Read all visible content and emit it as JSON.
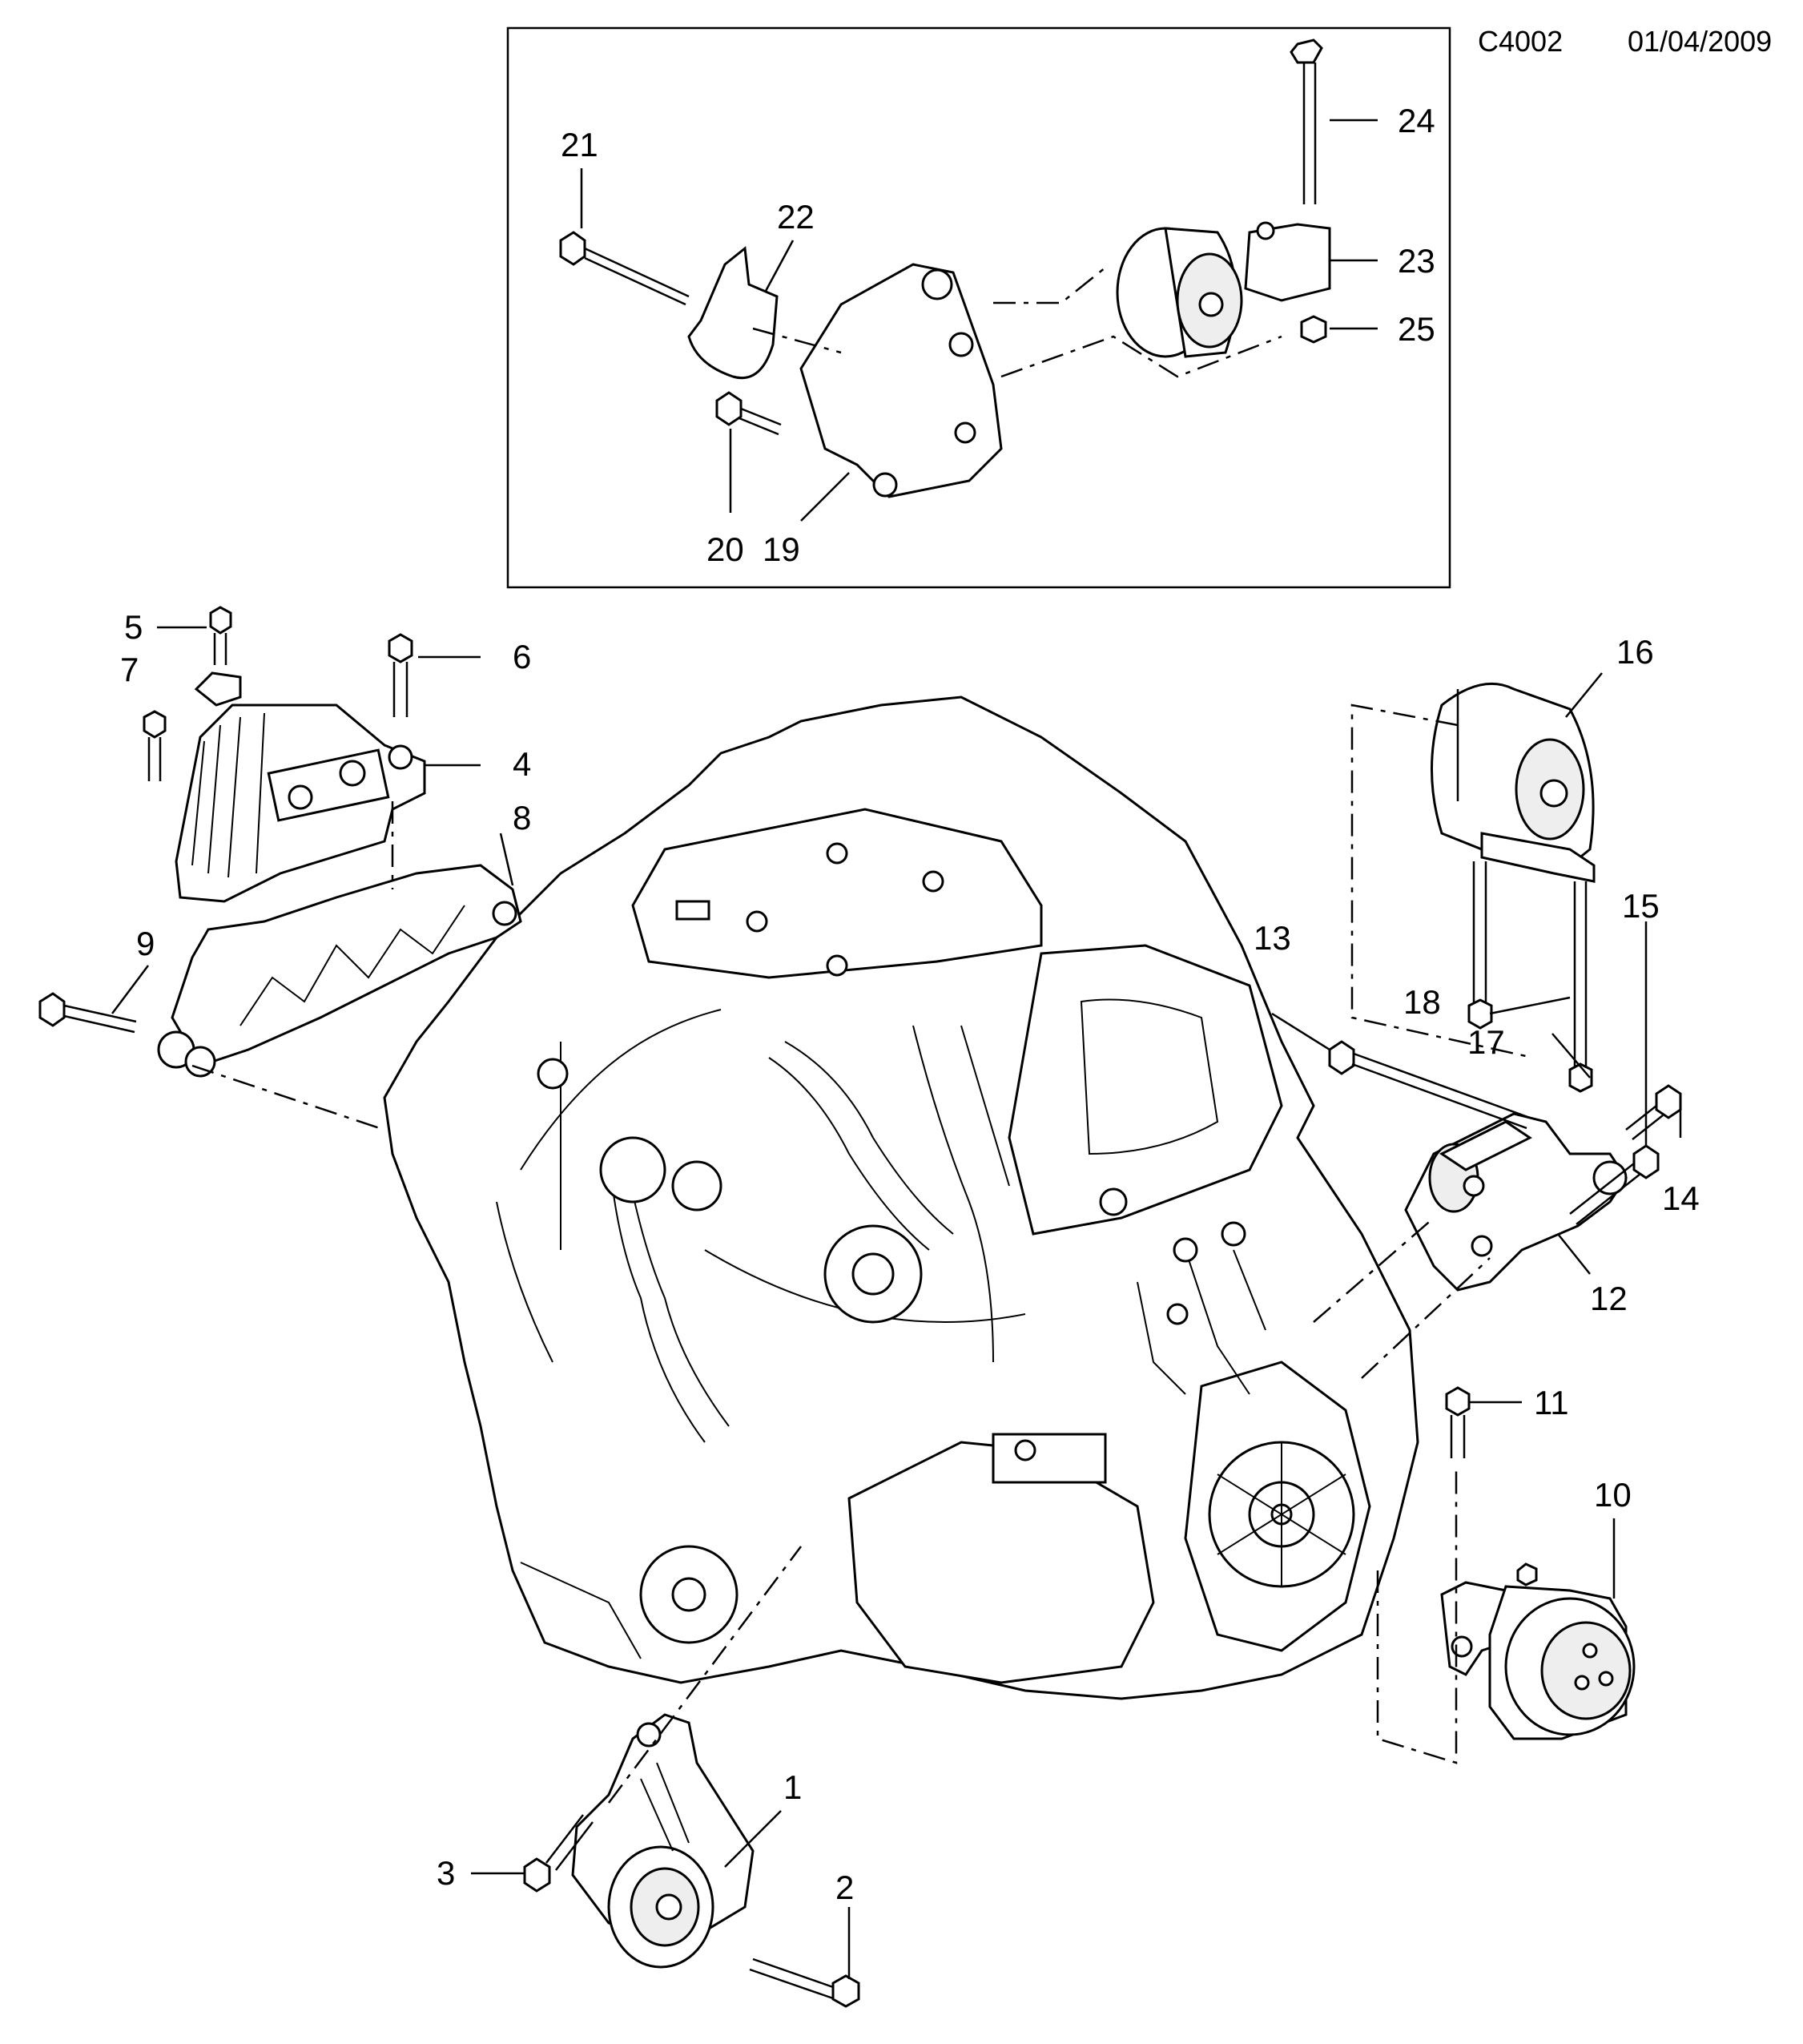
{
  "header": {
    "code": "C4002",
    "date": "01/04/2009"
  },
  "callouts": {
    "c1": "1",
    "c2": "2",
    "c3": "3",
    "c4": "4",
    "c5": "5",
    "c6": "6",
    "c7": "7",
    "c8": "8",
    "c9": "9",
    "c10": "10",
    "c11": "11",
    "c12": "12",
    "c13": "13",
    "c14": "14",
    "c15": "15",
    "c16": "16",
    "c17": "17",
    "c18": "18",
    "c19": "19",
    "c20": "20",
    "c21": "21",
    "c22": "22",
    "c23": "23",
    "c24": "24",
    "c25": "25"
  }
}
